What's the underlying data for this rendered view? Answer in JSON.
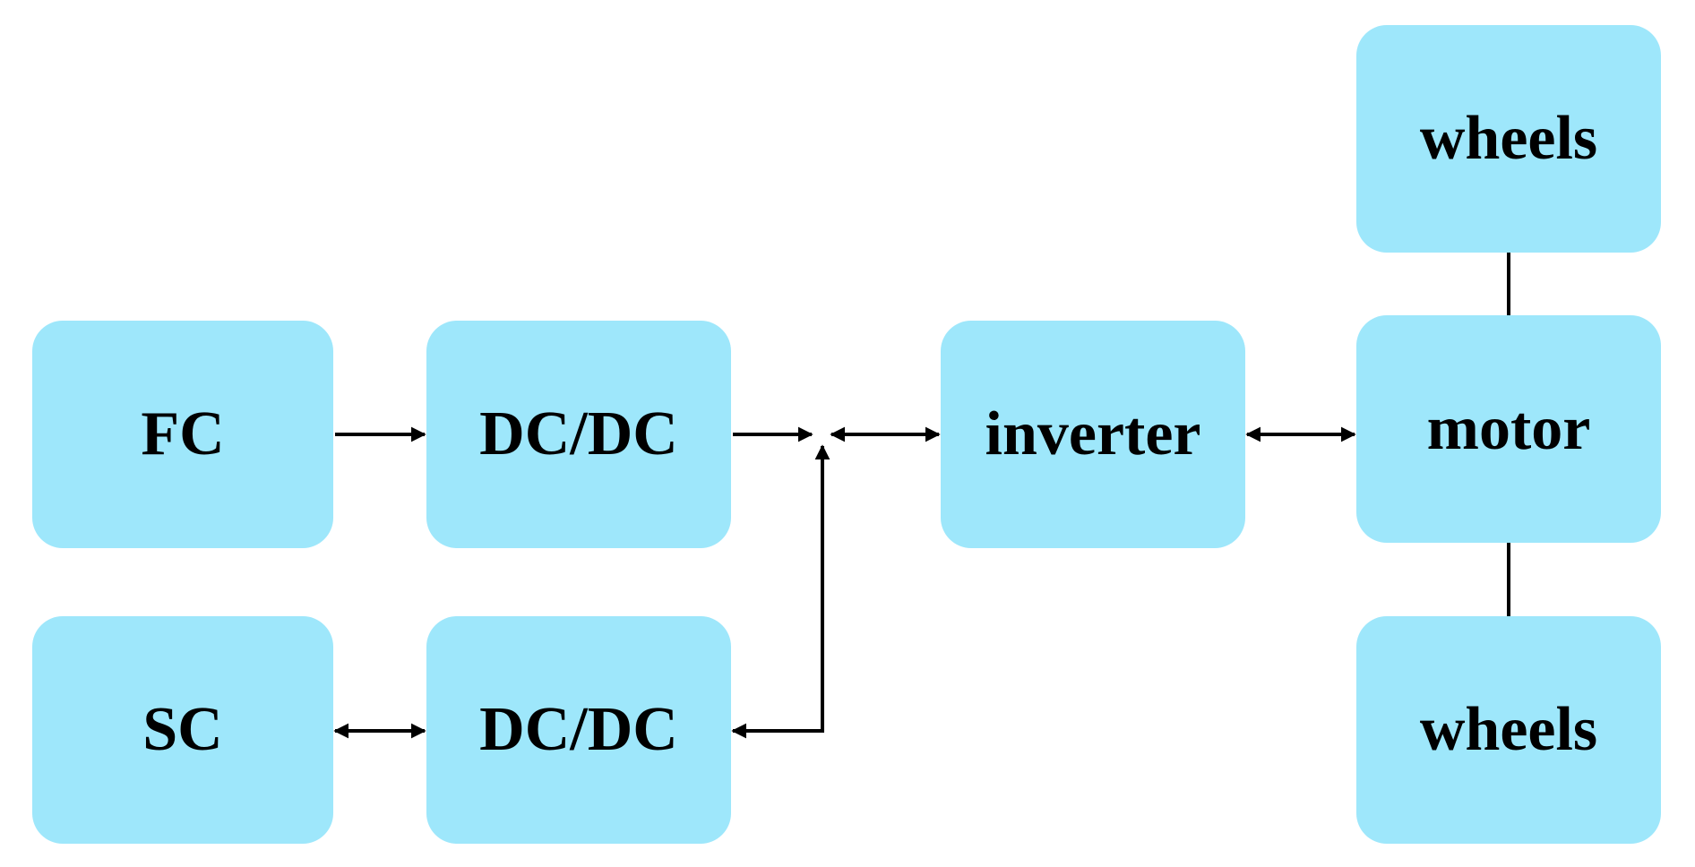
{
  "blocks": {
    "fc": "FC",
    "sc": "SC",
    "dcdc_top": "DC/DC",
    "dcdc_bottom": "DC/DC",
    "inverter": "inverter",
    "motor": "motor",
    "wheels_top": "wheels",
    "wheels_bottom": "wheels"
  },
  "colors": {
    "block_fill": "#9ee7fb",
    "line": "#000000"
  }
}
